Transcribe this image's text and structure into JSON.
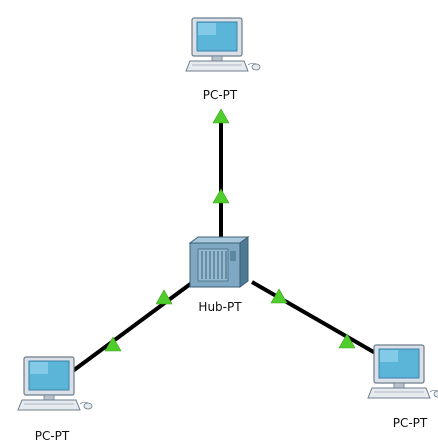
{
  "devices": {
    "pc_top": {
      "label": "PC-PT",
      "kind": "pc-icon"
    },
    "pc_left": {
      "label": "PC-PT",
      "kind": "pc-icon"
    },
    "pc_right": {
      "label": "PC-PT",
      "kind": "pc-icon"
    },
    "hub": {
      "label": "Hub-PT",
      "kind": "hub-icon"
    }
  },
  "links": [
    {
      "from": "hub",
      "to": "pc_top",
      "status": "up"
    },
    {
      "from": "hub",
      "to": "pc_left",
      "status": "up"
    },
    {
      "from": "hub",
      "to": "pc_right",
      "status": "up"
    }
  ],
  "colors": {
    "cable": "#000000",
    "link_up": "#4fcd2b",
    "hub_body": "#7fa8c2",
    "monitor_frame": "#d4dbe3",
    "monitor_screen": "#5ab6da"
  }
}
